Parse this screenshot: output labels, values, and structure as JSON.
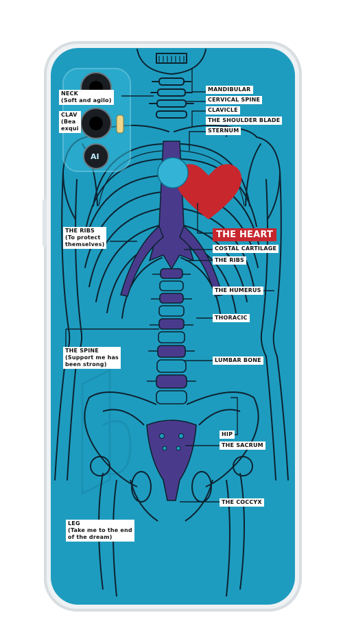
{
  "product": {
    "case_color": "#f4f6f8",
    "phone_color": "#1e9cbf",
    "skeleton_fill": "#4a3a8c",
    "skeleton_line": "#0c2230",
    "heart_color": "#c8272e",
    "icons": [
      "camera-lens-icon",
      "flash-icon",
      "ai-lens-icon",
      "fingerprint-sensor-icon",
      "heart-icon"
    ]
  },
  "labels": {
    "neck": "NECK\n(Soft and agilo)",
    "clavicle_left": "CLAV\n(Bea\nexqui",
    "mandibular": "MANDIBULAR",
    "cervical_spine": "CERVICAL SPINE",
    "clavicle": "CLAVICLE",
    "shoulder_blade": "THE SHOULDER BLADE",
    "sternum": "STERNUM",
    "heart": "THE HEART",
    "costal_cartilage": "COSTAL CARTILAGE",
    "the_ribs_right": "THE RIBS",
    "ribs_left": "THE RIBS\n(To protect\nthemselves)",
    "humerus": "THE HUMERUS",
    "thoracic": "THORACIC",
    "spine": "THE SPINE\n(Support me has\nbeen strong)",
    "lumbar": "LUMBAR BONE",
    "hip": "HIP",
    "sacrum": "THE SACRUM",
    "coccyx": "THE COCCYX",
    "leg": "LEG\n(Take me to the end\nof the dream)",
    "lens_ai": "AI"
  }
}
